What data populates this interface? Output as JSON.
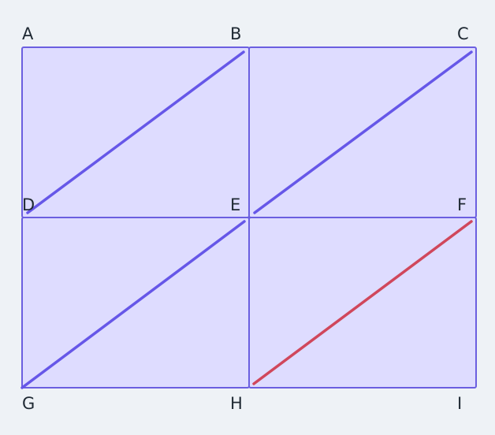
{
  "diagram": {
    "colors": {
      "background": "#eef2f6",
      "cell_fill": "#dedcff",
      "cell_stroke": "#6b5fe0",
      "diagonal": "#6657e8",
      "highlight_diagonal": "#d0475c",
      "label": "#1f2933"
    },
    "points": {
      "A": "A",
      "B": "B",
      "C": "C",
      "D": "D",
      "E": "E",
      "F": "F",
      "G": "G",
      "H": "H",
      "I": "I"
    },
    "cells": [
      {
        "name": "cell-ABED",
        "corners": [
          "A",
          "B",
          "E",
          "D"
        ],
        "diagonal": [
          "D",
          "B"
        ],
        "highlighted": false
      },
      {
        "name": "cell-BCFE",
        "corners": [
          "B",
          "C",
          "F",
          "E"
        ],
        "diagonal": [
          "E",
          "C"
        ],
        "highlighted": false
      },
      {
        "name": "cell-DEHG",
        "corners": [
          "D",
          "E",
          "H",
          "G"
        ],
        "diagonal": [
          "G",
          "E"
        ],
        "highlighted": false
      },
      {
        "name": "cell-EFIH",
        "corners": [
          "E",
          "F",
          "I",
          "H"
        ],
        "diagonal": [
          "H",
          "F"
        ],
        "highlighted": true
      }
    ]
  }
}
